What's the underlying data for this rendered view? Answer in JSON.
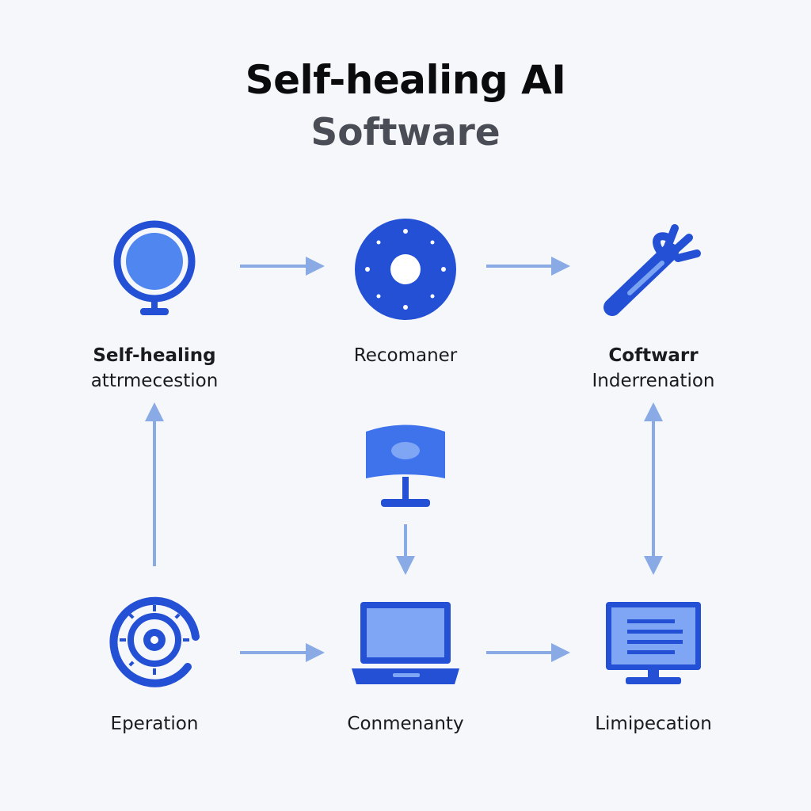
{
  "header": {
    "title": "Self-healing AI",
    "subtitle": "Software"
  },
  "colors": {
    "primary": "#2350d4",
    "light": "#5b8ef0",
    "arrow": "#8aaae6",
    "background": "#f5f7fa"
  },
  "nodes": [
    {
      "id": "top-left",
      "icon": "globe-icon",
      "title": "Self-healing",
      "text": "attrmecestion"
    },
    {
      "id": "top-center",
      "icon": "disc-icon",
      "title": "",
      "text": "Recomaner"
    },
    {
      "id": "top-right",
      "icon": "wrench-icon",
      "title": "Coftwarr",
      "text": "Inderrenation"
    },
    {
      "id": "middle-center",
      "icon": "monitor-stand-icon",
      "title": "",
      "text": ""
    },
    {
      "id": "bottom-left",
      "icon": "dial-icon",
      "title": "",
      "text": "Eperation"
    },
    {
      "id": "bottom-center",
      "icon": "laptop-icon",
      "title": "",
      "text": "Conmenanty"
    },
    {
      "id": "bottom-right",
      "icon": "desktop-icon",
      "title": "",
      "text": "Limipecation"
    }
  ]
}
